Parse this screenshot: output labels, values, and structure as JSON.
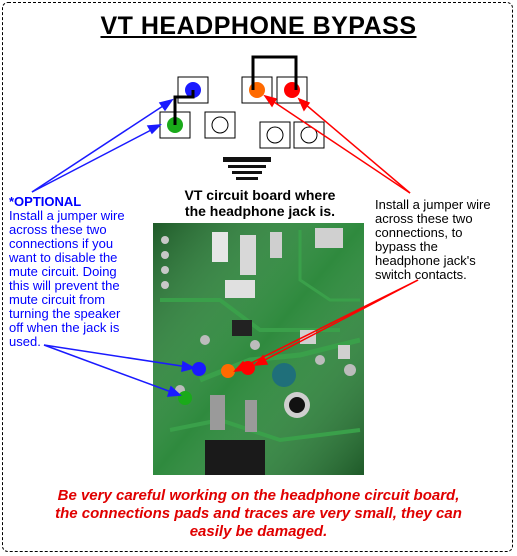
{
  "title": "VT HEADPHONE BYPASS",
  "board_caption_line1": "VT circuit board where",
  "board_caption_line2": "the headphone jack is.",
  "optional_note": {
    "header": "*OPTIONAL",
    "lines": [
      "Install a jumper wire",
      "across these two",
      "connections if you",
      "want to disable the",
      "mute circuit. Doing",
      "this will prevent the",
      "mute circuit from",
      "turning the speaker",
      "off when the jack is",
      "used."
    ]
  },
  "right_note": {
    "lines": [
      "Install a jumper wire",
      "across these two",
      "connections, to",
      "bypass the",
      "headphone jack's",
      "switch contacts."
    ]
  },
  "warning": {
    "lines": [
      "Be very careful working on the headphone circuit board,",
      "the connections pads and traces are very small, they can",
      "easily be damaged."
    ]
  },
  "colors": {
    "blue": "#1a1aff",
    "orange": "#ff6a00",
    "red": "#ff0000",
    "green": "#1aaa1a",
    "pcb": "#2f8a3e",
    "warning_text": "#e00000",
    "optional_text": "#0000ff"
  }
}
